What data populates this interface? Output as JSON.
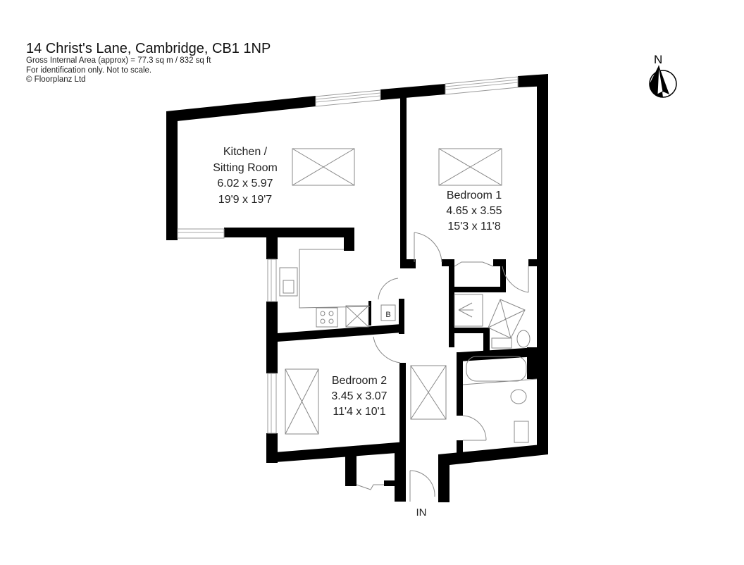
{
  "header": {
    "title": "14 Christ's Lane, Cambridge, CB1 1NP",
    "area": "Gross Internal Area (approx) = 77.3 sq m / 832 sq ft",
    "disclaimer": "For identification only. Not to scale.",
    "copyright": "© Floorplanz Ltd"
  },
  "compass": {
    "label": "N",
    "icon": "north-arrow-icon"
  },
  "rooms": [
    {
      "name_line1": "Kitchen /",
      "name_line2": "Sitting Room",
      "metric": "6.02 x 5.97",
      "imperial": "19'9 x 19'7"
    },
    {
      "name_line1": "Bedroom 1",
      "metric": "4.65 x 3.55",
      "imperial": "15'3 x 11'8"
    },
    {
      "name_line1": "Bedroom 2",
      "metric": "3.45 x 3.07",
      "imperial": "11'4 x 10'1"
    }
  ],
  "labels": {
    "boiler": "B",
    "entrance": "IN"
  }
}
